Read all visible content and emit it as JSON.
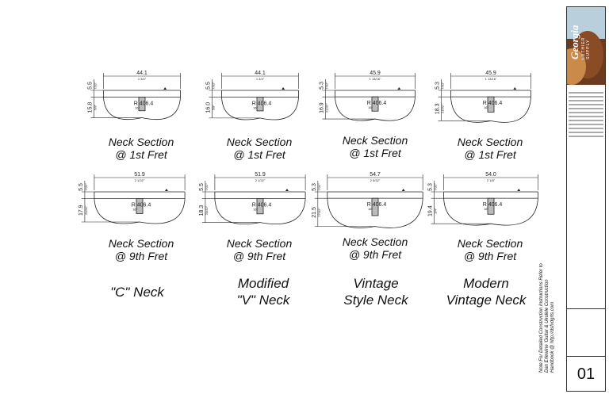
{
  "sections": [
    {
      "w": "44.1",
      "wi": "1 3/4\"",
      "h1": "5.5",
      "h1i": "7/32\"",
      "h2": "15.8",
      "h2i": "5/8\"",
      "r": "R 406.4",
      "ri": "16\"",
      "cap1": "Neck Section",
      "cap2": "@ 1st Fret"
    },
    {
      "w": "44.1",
      "wi": "1 3/4\"",
      "h1": "5.5",
      "h1i": "7/32\"",
      "h2": "16.0",
      "h2i": "5/8\"",
      "r": "R 406.4",
      "ri": "16\"",
      "cap1": "Neck Section",
      "cap2": "@ 1st Fret"
    },
    {
      "w": "45.9",
      "wi": "1 13/16\"",
      "h1": "5.3",
      "h1i": "7/32\"",
      "h2": "16.9",
      "h2i": "21/32\"",
      "r": "R 406.4",
      "ri": "16\"",
      "cap1": "Neck Section",
      "cap2": "@ 1st Fret"
    },
    {
      "w": "45.9",
      "wi": "1 13/16\"",
      "h1": "5.3",
      "h1i": "7/32\"",
      "h2": "18.3",
      "h2i": "23/32\"",
      "r": "R 406.4",
      "ri": "16\"",
      "cap1": "Neck Section",
      "cap2": "@ 1st Fret"
    },
    {
      "w": "51.9",
      "wi": "2 1/32\"",
      "h1": "5.5",
      "h1i": "7/32\"",
      "h2": "17.9",
      "h2i": "23/32\"",
      "r": "R 406.4",
      "ri": "16\"",
      "cap1": "Neck Section",
      "cap2": "@ 9th Fret"
    },
    {
      "w": "51.9",
      "wi": "2 1/32\"",
      "h1": "5.5",
      "h1i": "7/32\"",
      "h2": "18.3",
      "h2i": "23/32\"",
      "r": "R 406.4",
      "ri": "16\"",
      "cap1": "Neck Section",
      "cap2": "@ 9th Fret"
    },
    {
      "w": "54.7",
      "wi": "2 5/32\"",
      "h1": "5.3",
      "h1i": "7/32\"",
      "h2": "21.5",
      "h2i": "27/32\"",
      "r": "R 406.4",
      "ri": "16\"",
      "cap1": "Neck Section",
      "cap2": "@ 9th Fret"
    },
    {
      "w": "54.0",
      "wi": "2 1/8\"",
      "h1": "5.3",
      "h1i": "7/32\"",
      "h2": "19.4",
      "h2i": "3/4\"",
      "r": "R 406.4",
      "ri": "16\"",
      "cap1": "Neck Section",
      "cap2": "@ 9th Fret"
    }
  ],
  "neck_names": [
    {
      "l1": "\"C\" Neck",
      "l2": ""
    },
    {
      "l1": "Modified",
      "l2": "\"V\" Neck"
    },
    {
      "l1": "Vintage",
      "l2": "Style Neck"
    },
    {
      "l1": "Modern",
      "l2": "Vintage Neck"
    }
  ],
  "sidebar": {
    "brand": "Georgia",
    "brand_sub": "LUTHIER SUPPLY",
    "note": "Note:For Detailed Construction Instructions Refer to Dan Erlewine 'Guitar & Ukulele Construction Handbook @ http://dsfxdgrts.com",
    "page_number": "01"
  }
}
